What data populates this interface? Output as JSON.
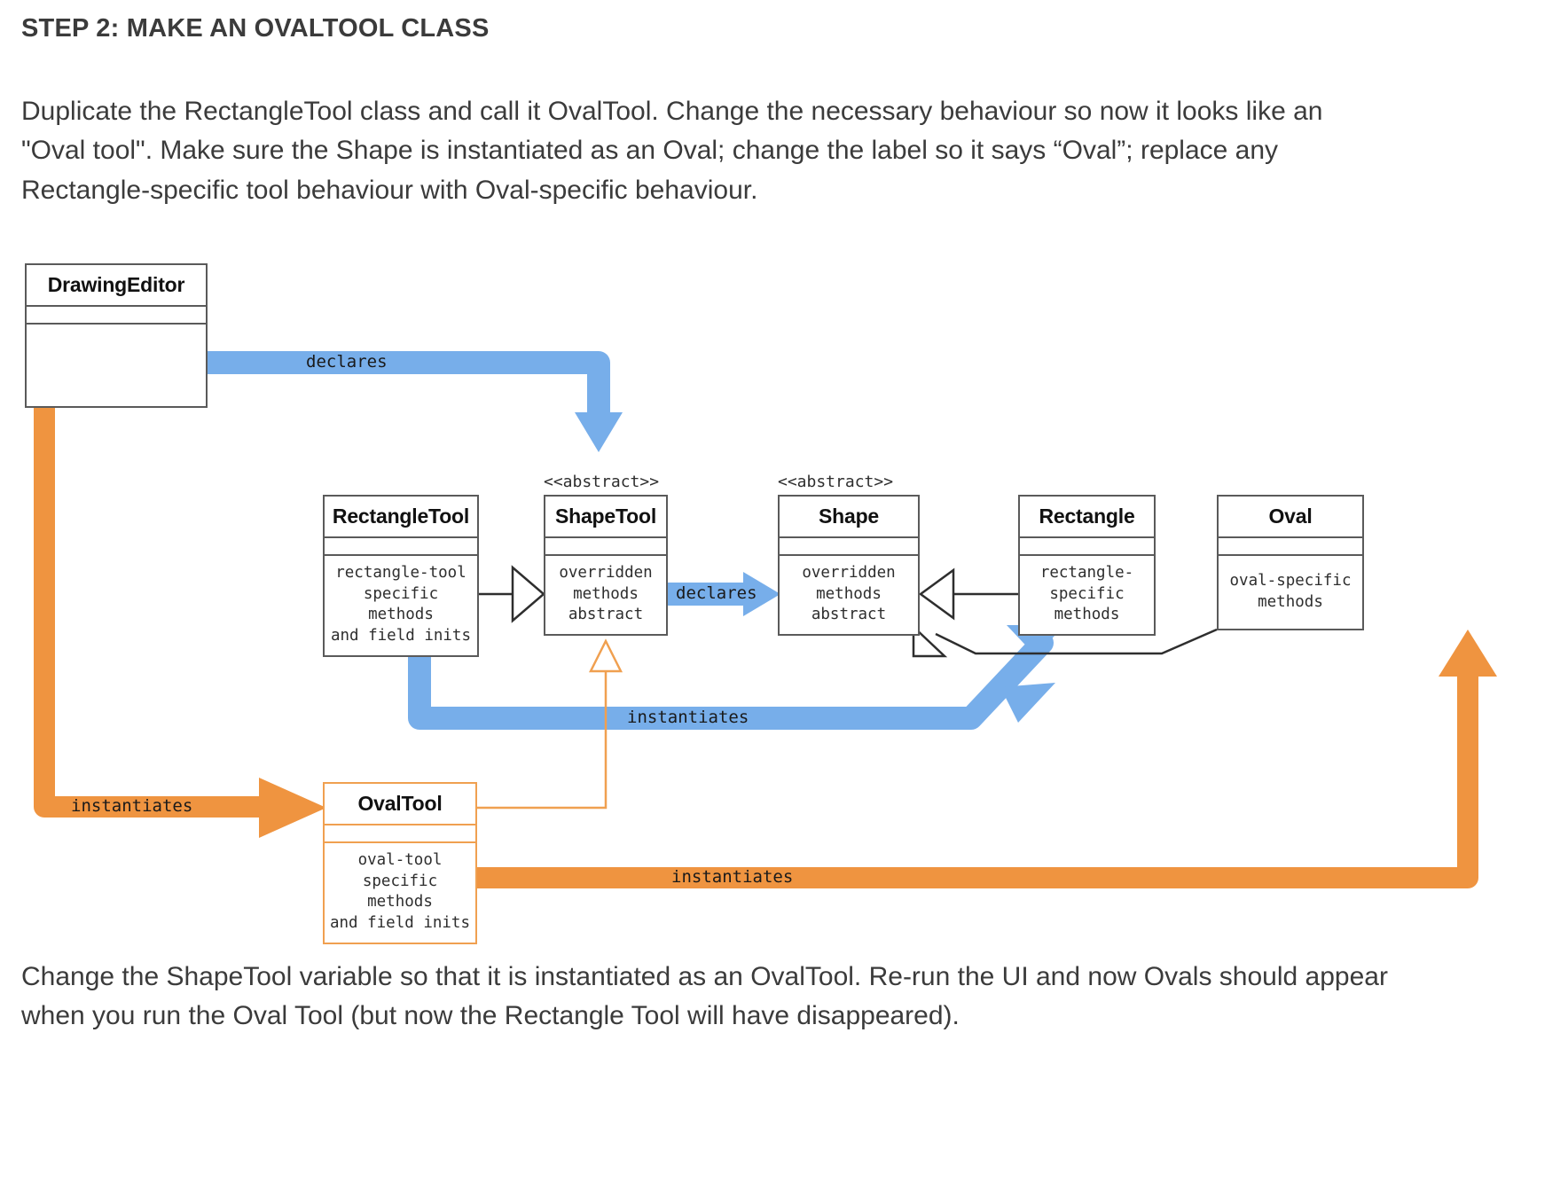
{
  "heading": "STEP 2: MAKE AN OVALTOOL CLASS",
  "paragraphs": {
    "intro": "Duplicate the RectangleTool class and call it OvalTool.  Change the necessary behaviour so now it looks like an \"Oval tool\". Make sure the Shape is instantiated as an Oval; change the label so it says “Oval”; replace any Rectangle-specific tool behaviour with Oval-specific behaviour.",
    "outro": "Change the ShapeTool variable so that it is instantiated as an OvalTool.  Re-run the UI and now Ovals should appear when you run the Oval Tool (but now the Rectangle Tool will have disappeared)."
  },
  "diagram": {
    "type": "uml-class-diagram",
    "colors": {
      "blue_arrow": "#77aeea",
      "orange_arrow": "#ef9440",
      "box_border": "#5a5a5a",
      "orange_border": "#f0a050",
      "background": "#ffffff"
    },
    "classes": [
      {
        "id": "drawing-editor",
        "name": "DrawingEditor",
        "stereotype": "",
        "methods": ""
      },
      {
        "id": "rectangle-tool",
        "name": "RectangleTool",
        "stereotype": "",
        "methods": "rectangle-tool\nspecific methods\nand field inits"
      },
      {
        "id": "shape-tool",
        "name": "ShapeTool",
        "stereotype": "<<abstract>>",
        "methods": "overridden\nmethods\nabstract"
      },
      {
        "id": "shape",
        "name": "Shape",
        "stereotype": "<<abstract>>",
        "methods": "overridden\nmethods\nabstract"
      },
      {
        "id": "rectangle",
        "name": "Rectangle",
        "stereotype": "",
        "methods": "rectangle-\nspecific\nmethods"
      },
      {
        "id": "oval",
        "name": "Oval",
        "stereotype": "",
        "methods": "oval-specific\nmethods"
      },
      {
        "id": "oval-tool",
        "name": "OvalTool",
        "stereotype": "",
        "methods": "oval-tool\nspecific methods\nand field inits"
      }
    ],
    "edges": [
      {
        "id": "declares-shapetool",
        "label": "declares",
        "from": "drawing-editor",
        "to": "shape-tool",
        "style": "blue"
      },
      {
        "id": "declares-shape",
        "label": "declares",
        "from": "shape-tool",
        "to": "shape",
        "style": "blue"
      },
      {
        "id": "instantiates-rectangle",
        "label": "instantiates",
        "from": "rectangle-tool",
        "to": "rectangle",
        "style": "blue"
      },
      {
        "id": "instantiates-ovaltool",
        "label": "instantiates",
        "from": "drawing-editor",
        "to": "oval-tool",
        "style": "orange"
      },
      {
        "id": "instantiates-oval",
        "label": "instantiates",
        "from": "oval-tool",
        "to": "oval",
        "style": "orange"
      },
      {
        "id": "generalization-rectangletool-shapetool",
        "label": "",
        "from": "rectangle-tool",
        "to": "shape-tool",
        "style": "inheritance"
      },
      {
        "id": "generalization-ovaltool-shapetool",
        "label": "",
        "from": "oval-tool",
        "to": "shape-tool",
        "style": "inheritance-orange"
      },
      {
        "id": "generalization-rectangle-shape",
        "label": "",
        "from": "rectangle",
        "to": "shape",
        "style": "inheritance"
      },
      {
        "id": "generalization-oval-shape",
        "label": "",
        "from": "oval",
        "to": "shape",
        "style": "inheritance"
      }
    ]
  }
}
